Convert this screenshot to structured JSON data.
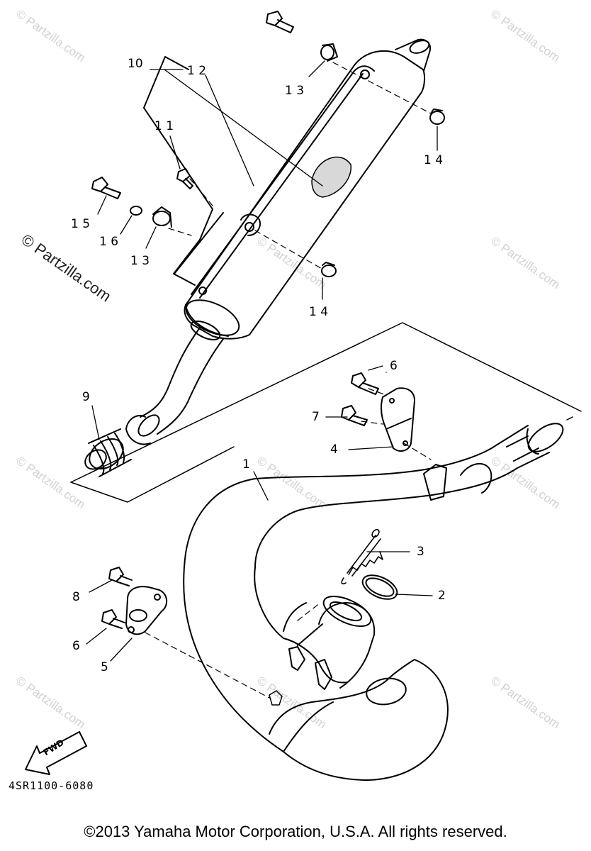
{
  "diagram": {
    "part_code": "4SR1100-6080",
    "copyright": "©2013  Yamaha Motor Corporation, U.S.A. All rights reserved.",
    "fwd_label": "FWD",
    "watermark_text": "© Partzilla.com",
    "callouts": {
      "c1": "1",
      "c2": "2",
      "c3": "3",
      "c4": "4",
      "c5": "5",
      "c6a": "6",
      "c6b": "6",
      "c7": "7",
      "c8": "8",
      "c9": "9",
      "c10": "10",
      "c11": "1 1",
      "c12": "1 2",
      "c13a": "1 3",
      "c13b": "1 3",
      "c14a": "1 4",
      "c14b": "1 4",
      "c15": "1 5",
      "c16": "1 6"
    }
  }
}
